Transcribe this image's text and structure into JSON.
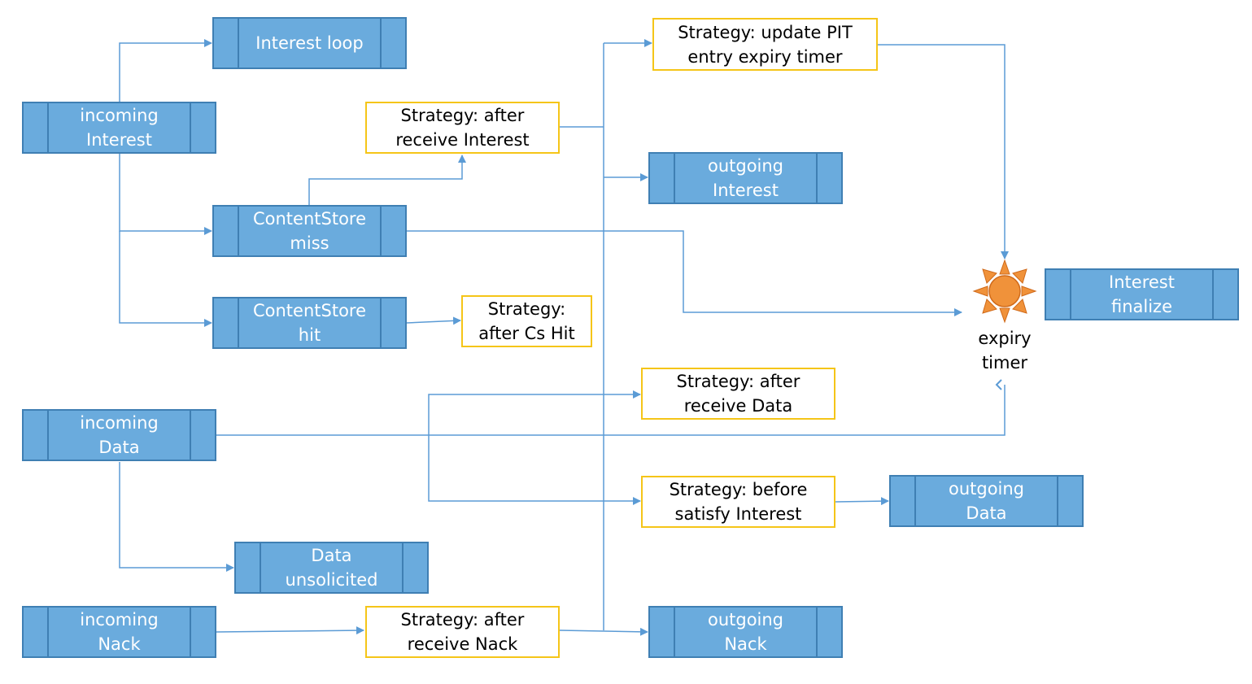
{
  "pipelines": {
    "interest_loop": "Interest loop",
    "incoming_interest": "incoming\nInterest",
    "cs_miss": "ContentStore\nmiss",
    "cs_hit": "ContentStore\nhit",
    "outgoing_interest": "outgoing\nInterest",
    "interest_finalize": "Interest\nfinalize",
    "incoming_data": "incoming\nData",
    "data_unsolicited": "Data\nunsolicited",
    "outgoing_data": "outgoing\nData",
    "incoming_nack": "incoming\nNack",
    "outgoing_nack": "outgoing\nNack"
  },
  "strategies": {
    "update_pit": "Strategy: update PIT\nentry expiry timer",
    "after_receive_interest": "Strategy: after\nreceive Interest",
    "after_cs_hit": "Strategy:\nafter Cs Hit",
    "after_receive_data": "Strategy: after\nreceive Data",
    "before_satisfy": "Strategy: before\nsatisfy Interest",
    "after_receive_nack": "Strategy: after\nreceive Nack"
  },
  "expiry_timer": {
    "label": "expiry\ntimer",
    "icon": "sun-icon"
  },
  "colors": {
    "pipeline_fill": "#6aabdd",
    "pipeline_border": "#3f7fb3",
    "strategy_border": "#f5c518",
    "arrow": "#5b9bd5",
    "sun": "#f0923a"
  }
}
